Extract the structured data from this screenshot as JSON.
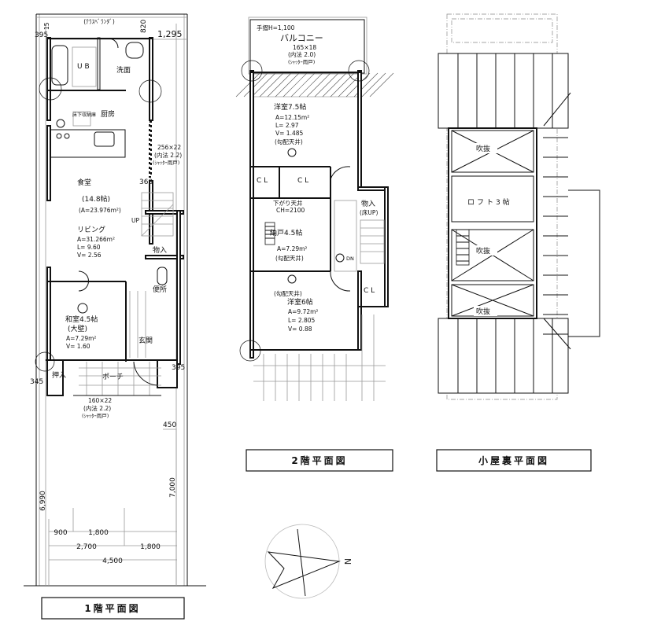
{
  "floor1": {
    "title": "1階平面図",
    "top_note": "(ﾃﾗｽﾍﾞﾗﾝﾀﾞ)",
    "rooms": {
      "ub": "U B",
      "washroom": "洗面",
      "kitchen": "厨房",
      "underfloor": "床下収納庫",
      "dining": "食堂",
      "dining_size": "(14.8帖)",
      "dining_area": "(A=23.976m²)",
      "living": "リビング",
      "living_a": "A=31.266m²",
      "living_l": "L= 9.60",
      "living_v": "V= 2.56",
      "storage": "物入",
      "toilet": "便所",
      "washitsu": "和室4.5帖",
      "washitsu_wall": "(大壁)",
      "washitsu_a": "A=7.29m²",
      "washitsu_v": "V= 1.60",
      "entrance": "玄関",
      "closet": "押入",
      "porch": "ポーチ",
      "stairs_up": "UP"
    },
    "window_east": [
      "256×22",
      "(内法 2.2)",
      "(ｼｬｯﾀｰ雨戸)"
    ],
    "window_south": [
      "160×22",
      "(内法 2.2)",
      "(ｼｬｯﾀｰ雨戸)"
    ],
    "dims": {
      "d395_top": "395",
      "d15": "15",
      "d820": "820",
      "d1295": "1,295",
      "d360": "360",
      "d395_right": "395",
      "d345": "345",
      "d450": "450",
      "d6990": "6,990",
      "d7000": "7,000",
      "d900": "900",
      "d1800a": "1,800",
      "d2700": "2,700",
      "d1800b": "1,800",
      "d4500": "4,500"
    }
  },
  "floor2": {
    "title": "2階平面図",
    "handrail": "手摺H=1,100",
    "balcony": "バルコニー",
    "balcony_window": [
      "165×18",
      "(内法 2.0)",
      "(ｼｬｯﾀｰ雨戸)"
    ],
    "room1": [
      "洋室7.5帖",
      "A=12.15m²",
      "L= 2.97",
      "V= 1.485",
      "(勾配天井)"
    ],
    "cl": "C L",
    "lowered_ceiling": [
      "下がり天井",
      "CH=2100"
    ],
    "storage": [
      "物入",
      "(床UP)"
    ],
    "nando": [
      "納戸4.5帖",
      "A=7.29m²",
      "(勾配天井)"
    ],
    "stairs_dn": "DN",
    "room2": [
      "(勾配天井)",
      "洋室6帖",
      "A=9.72m²",
      "L= 2.805",
      "V= 0.88"
    ]
  },
  "loft": {
    "title": "小屋裏平面図",
    "void": "吹抜",
    "loft_room": "ロフト3帖"
  },
  "compass": {
    "label": "N"
  }
}
